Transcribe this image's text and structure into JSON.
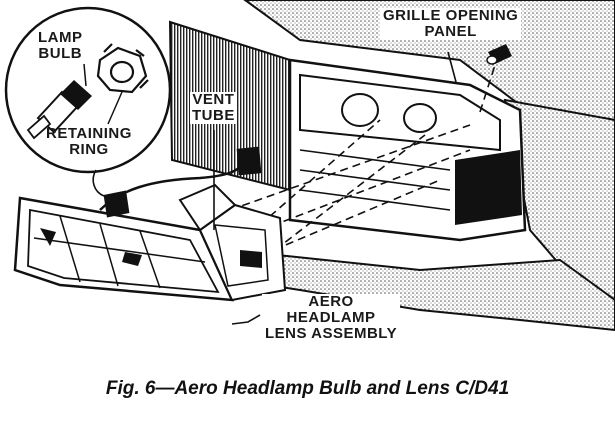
{
  "labels": {
    "lamp_bulb_line1": "LAMP",
    "lamp_bulb_line2": "BULB",
    "retaining_ring_line1": "RETAINING",
    "retaining_ring_line2": "RING",
    "vent_tube_line1": "VENT",
    "vent_tube_line2": "TUBE",
    "grille_panel_line1": "GRILLE OPENING",
    "grille_panel_line2": "PANEL",
    "aero_line1": "AERO",
    "aero_line2": "HEADLAMP",
    "aero_line3": "LENS ASSEMBLY"
  },
  "caption": "Fig. 6—Aero Headlamp Bulb and Lens C/D41"
}
